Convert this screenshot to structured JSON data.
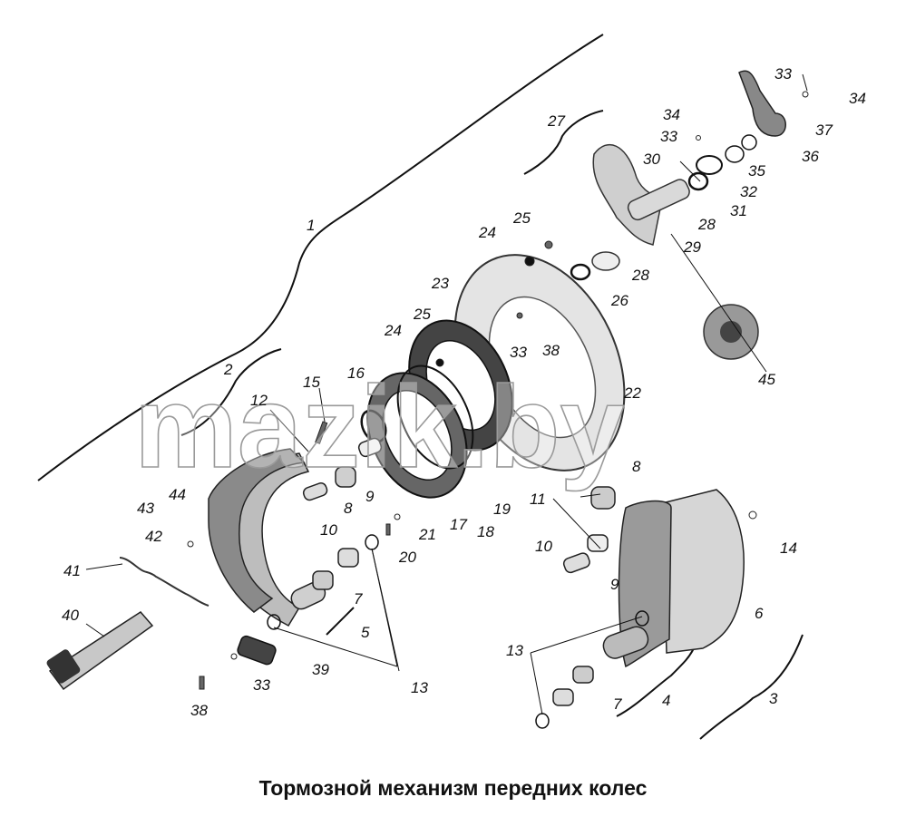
{
  "caption": "Тормозной механизм передних колес",
  "watermark": "mazik.by",
  "colors": {
    "ink": "#111111",
    "part_fill": "#cfcfcf",
    "part_dark": "#555555",
    "background": "#ffffff"
  },
  "parts": [
    {
      "id": "label-1",
      "text": "1"
    },
    {
      "id": "label-2",
      "text": "2"
    },
    {
      "id": "label-3",
      "text": "3"
    },
    {
      "id": "label-4",
      "text": "4"
    },
    {
      "id": "label-5",
      "text": "5"
    },
    {
      "id": "label-6",
      "text": "6"
    },
    {
      "id": "label-7a",
      "text": "7"
    },
    {
      "id": "label-7b",
      "text": "7"
    },
    {
      "id": "label-8a",
      "text": "8"
    },
    {
      "id": "label-8b",
      "text": "8"
    },
    {
      "id": "label-9a",
      "text": "9"
    },
    {
      "id": "label-9b",
      "text": "9"
    },
    {
      "id": "label-10a",
      "text": "10"
    },
    {
      "id": "label-10b",
      "text": "10"
    },
    {
      "id": "label-11",
      "text": "11"
    },
    {
      "id": "label-12",
      "text": "12"
    },
    {
      "id": "label-13a",
      "text": "13"
    },
    {
      "id": "label-13b",
      "text": "13"
    },
    {
      "id": "label-14",
      "text": "14"
    },
    {
      "id": "label-15",
      "text": "15"
    },
    {
      "id": "label-16",
      "text": "16"
    },
    {
      "id": "label-17",
      "text": "17"
    },
    {
      "id": "label-18",
      "text": "18"
    },
    {
      "id": "label-19",
      "text": "19"
    },
    {
      "id": "label-20",
      "text": "20"
    },
    {
      "id": "label-21",
      "text": "21"
    },
    {
      "id": "label-22",
      "text": "22"
    },
    {
      "id": "label-23",
      "text": "23"
    },
    {
      "id": "label-24a",
      "text": "24"
    },
    {
      "id": "label-24b",
      "text": "24"
    },
    {
      "id": "label-25a",
      "text": "25"
    },
    {
      "id": "label-25b",
      "text": "25"
    },
    {
      "id": "label-26",
      "text": "26"
    },
    {
      "id": "label-27",
      "text": "27"
    },
    {
      "id": "label-28a",
      "text": "28"
    },
    {
      "id": "label-28b",
      "text": "28"
    },
    {
      "id": "label-29",
      "text": "29"
    },
    {
      "id": "label-30",
      "text": "30"
    },
    {
      "id": "label-31",
      "text": "31"
    },
    {
      "id": "label-32",
      "text": "32"
    },
    {
      "id": "label-33a",
      "text": "33"
    },
    {
      "id": "label-33b",
      "text": "33"
    },
    {
      "id": "label-33c",
      "text": "33"
    },
    {
      "id": "label-33d",
      "text": "33"
    },
    {
      "id": "label-34a",
      "text": "34"
    },
    {
      "id": "label-34b",
      "text": "34"
    },
    {
      "id": "label-35",
      "text": "35"
    },
    {
      "id": "label-36",
      "text": "36"
    },
    {
      "id": "label-37",
      "text": "37"
    },
    {
      "id": "label-38a",
      "text": "38"
    },
    {
      "id": "label-38b",
      "text": "38"
    },
    {
      "id": "label-39",
      "text": "39"
    },
    {
      "id": "label-40",
      "text": "40"
    },
    {
      "id": "label-41",
      "text": "41"
    },
    {
      "id": "label-42",
      "text": "42"
    },
    {
      "id": "label-43",
      "text": "43"
    },
    {
      "id": "label-44",
      "text": "44"
    },
    {
      "id": "label-45",
      "text": "45"
    }
  ]
}
